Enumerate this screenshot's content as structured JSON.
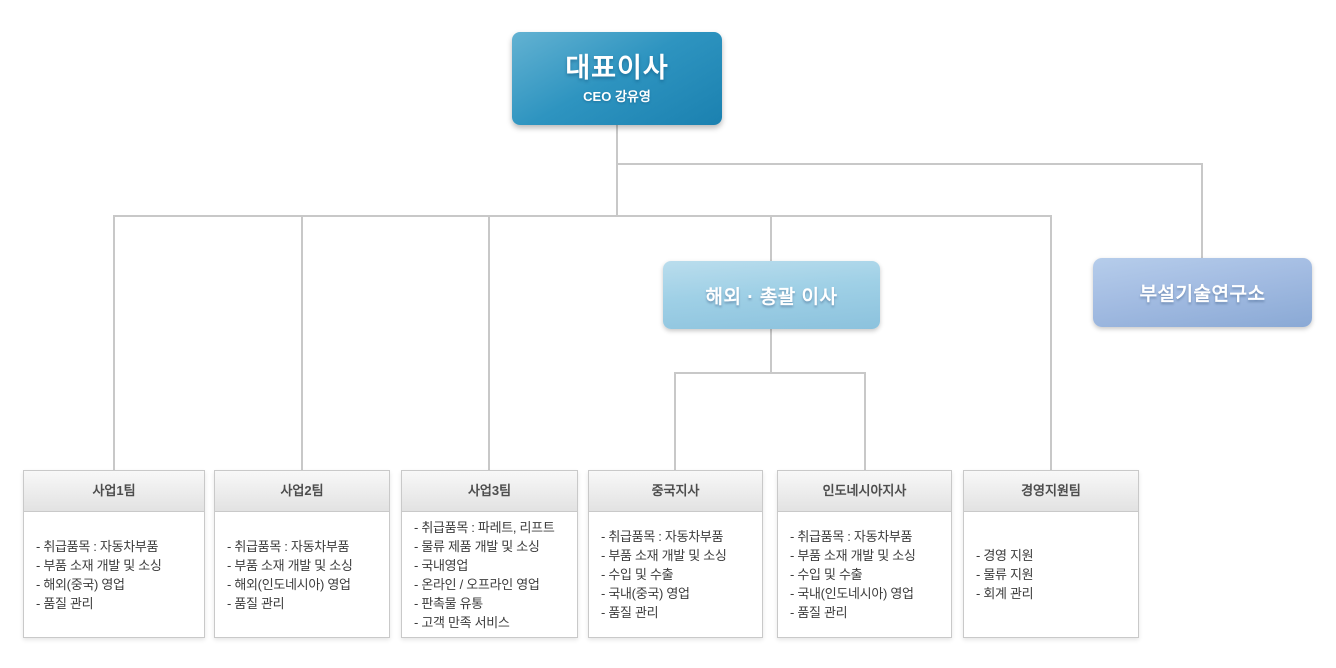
{
  "page": {
    "background": "#ffffff"
  },
  "colors": {
    "ceo_box_top": "#63b2d2",
    "ceo_box_bottom": "#1b81b0",
    "overseas_box_top": "#badded",
    "overseas_box_bottom": "#8cc2dd",
    "research_box_top": "#b6cdeb",
    "research_box_bottom": "#8aa9d5",
    "connector_line": "#c8c8c8",
    "dept_header_top": "#f8f8f8",
    "dept_header_bottom": "#e2e2e2",
    "dept_border": "#c9c9c9",
    "dept_header_text": "#4d4d4d",
    "dept_body_text": "#3c3c3c",
    "box_text": "#ffffff"
  },
  "ceo": {
    "title": "대표이사",
    "subtitle": "CEO 강유영"
  },
  "overseas_director": {
    "title": "해외 · 총괄 이사"
  },
  "research_institute": {
    "title": "부설기술연구소"
  },
  "departments": [
    {
      "title": "사업1팀",
      "items": [
        "- 취급품목 : 자동차부품",
        "- 부품 소재 개발 및 소싱",
        "- 해외(중국) 영업",
        "- 품질 관리"
      ]
    },
    {
      "title": "사업2팀",
      "items": [
        "- 취급품목 : 자동차부품",
        "- 부품 소재 개발 및 소싱",
        "- 해외(인도네시아) 영업",
        "- 품질 관리"
      ]
    },
    {
      "title": "사업3팀",
      "items": [
        "- 취급품목 : 파레트, 리프트",
        "- 물류 제품 개발 및 소싱",
        "- 국내영업",
        "- 온라인 / 오프라인 영업",
        "- 판촉물 유통",
        "- 고객 만족 서비스"
      ]
    },
    {
      "title": "중국지사",
      "items": [
        "- 취급품목 : 자동차부품",
        "- 부품 소재 개발 및 소싱",
        "- 수입 및 수출",
        "- 국내(중국) 영업",
        "- 품질 관리"
      ]
    },
    {
      "title": "인도네시아지사",
      "items": [
        "- 취급품목 : 자동차부품",
        "- 부품 소재 개발 및 소싱",
        "- 수입 및 수출",
        "- 국내(인도네시아) 영업",
        "- 품질 관리"
      ]
    },
    {
      "title": "경영지원팀",
      "items": [
        "- 경영 지원",
        "- 물류 지원",
        "- 회계 관리"
      ]
    }
  ]
}
